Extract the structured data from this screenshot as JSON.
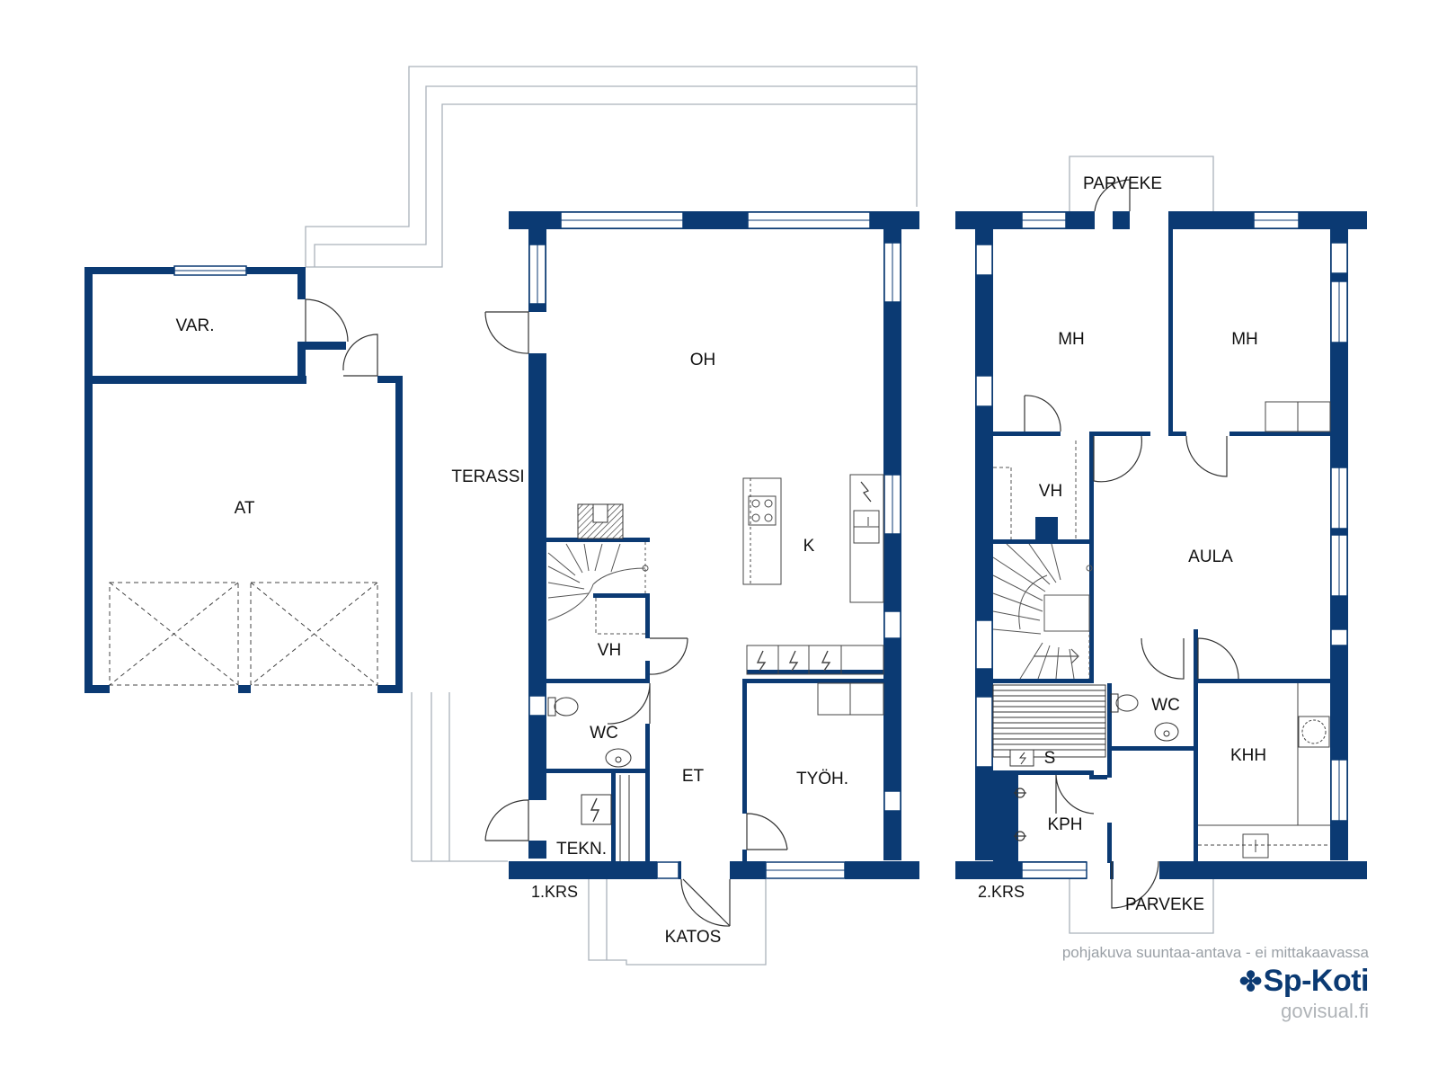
{
  "colors": {
    "wall": "#0b3a73",
    "fixture": "#333333",
    "terrace_outline": "#aab2bb",
    "text": "#111111",
    "note_text": "#9aa0a6",
    "brand": "#0b3a73"
  },
  "floor1": {
    "label": "1.KRS",
    "rooms": {
      "var": "VAR.",
      "at": "AT",
      "terassi": "TERASSI",
      "oh": "OH",
      "k": "K",
      "vh": "VH",
      "wc": "WC",
      "et": "ET",
      "tyoh": "TYÖH.",
      "tekn": "TEKN.",
      "katos": "KATOS"
    }
  },
  "floor2": {
    "label": "2.KRS",
    "rooms": {
      "parveke_top": "PARVEKE",
      "mh_left": "MH",
      "mh_right": "MH",
      "vh": "VH",
      "aula": "AULA",
      "wc": "WC",
      "s": "S",
      "khh": "KHH",
      "kph": "KPH",
      "parveke_bottom": "PARVEKE"
    }
  },
  "footer": {
    "note": "pohjakuva suuntaa-antava - ei mittakaavassa",
    "brand": "Sp-Koti",
    "brand_icon": "clover-logo-icon",
    "website": "govisual.fi"
  }
}
